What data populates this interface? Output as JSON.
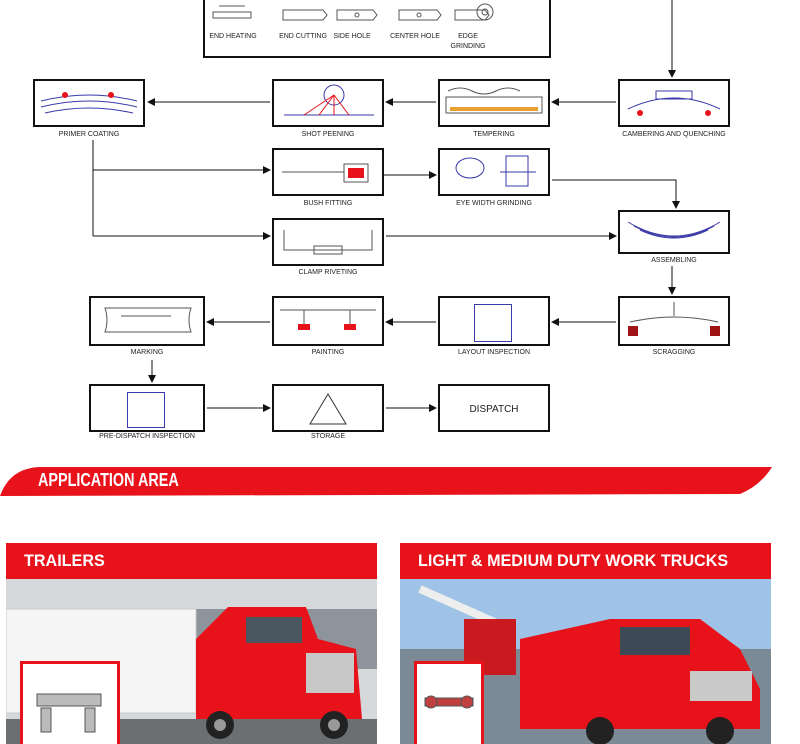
{
  "flow": {
    "top_steps": [
      "END HEATING",
      "END CUTTING",
      "SIDE HOLE",
      "CENTER HOLE",
      "EDGE GRINDING"
    ],
    "primer_coating": "PRIMER COATING",
    "shot_peening": "SHOT PEENING",
    "tempering": "TEMPERING",
    "cambering": "CAMBERING AND QUENCHING",
    "bush_fitting": "BUSH FITTING",
    "eye_width_grinding": "EYE WIDTH GRINDING",
    "clamp_riveting": "CLAMP RIVETING",
    "assembling": "ASSEMBLING",
    "marking": "MARKING",
    "painting": "PAINTING",
    "layout_inspection": "LAYOUT INSPECTION",
    "scragging": "SCRAGGING",
    "pre_dispatch": "PRE-DISPATCH INSPECTION",
    "storage": "STORAGE",
    "dispatch": "DISPATCH"
  },
  "application": {
    "title": "APPLICATION AREA",
    "cards": [
      {
        "title": "TRAILERS"
      },
      {
        "title": "LIGHT & MEDIUM DUTY WORK TRUCKS"
      }
    ]
  },
  "colors": {
    "brand_red": "#e8121b",
    "sketch_blue": "#3a3aa8"
  }
}
